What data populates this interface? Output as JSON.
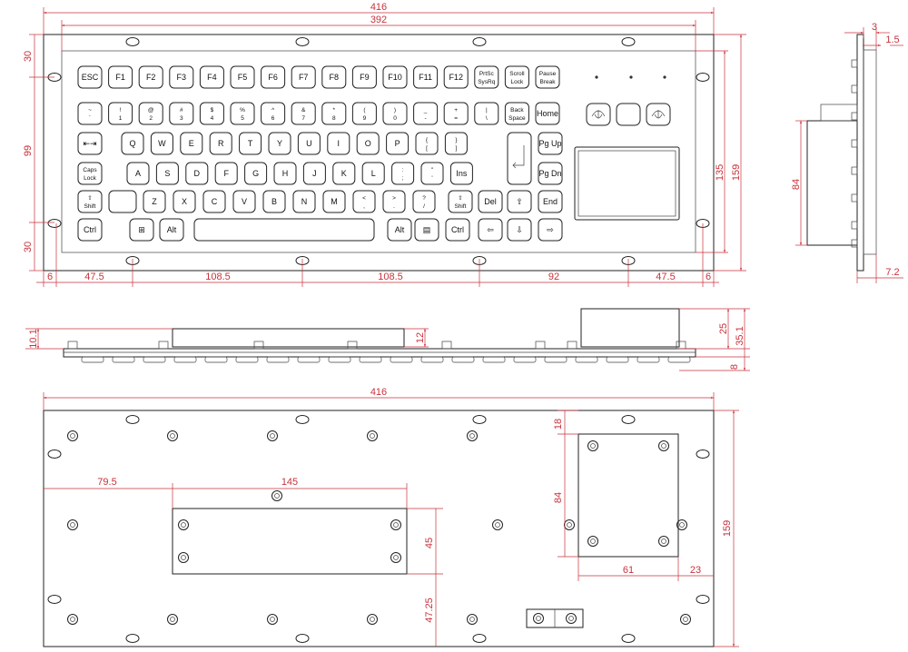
{
  "colors": {
    "line": "#222222",
    "dimension": "#c8323c"
  },
  "front": {
    "dims": {
      "overall_width": "416",
      "inner_width": "392",
      "left_top": "30",
      "left_mid": "99",
      "left_bottom": "30",
      "right_inner": "135",
      "right_outer": "159",
      "bottom_6_left": "6",
      "bottom_475_left": "47.5",
      "bottom_1085_a": "108.5",
      "bottom_1085_b": "108.5",
      "bottom_92": "92",
      "bottom_475_right": "47.5",
      "bottom_6_right": "6"
    },
    "rows": [
      [
        {
          "t": "ESC"
        },
        {
          "t": "F1"
        },
        {
          "t": "F2"
        },
        {
          "t": "F3"
        },
        {
          "t": "F4"
        },
        {
          "t": "F5"
        },
        {
          "t": "F6"
        },
        {
          "t": "F7"
        },
        {
          "t": "F8"
        },
        {
          "t": "F9"
        },
        {
          "t": "F10"
        },
        {
          "t": "F11"
        },
        {
          "t": "F12"
        },
        {
          "t": "PrtSc",
          "b": "SysRq"
        },
        {
          "t": "Scroll",
          "b": "Lock"
        },
        {
          "t": "Pause",
          "b": "Break"
        }
      ],
      [
        {
          "t": "~",
          "b": "`"
        },
        {
          "t": "!",
          "b": "1"
        },
        {
          "t": "@",
          "b": "2"
        },
        {
          "t": "#",
          "b": "3"
        },
        {
          "t": "$",
          "b": "4"
        },
        {
          "t": "%",
          "b": "5"
        },
        {
          "t": "^",
          "b": "6"
        },
        {
          "t": "&",
          "b": "7"
        },
        {
          "t": "*",
          "b": "8"
        },
        {
          "t": "(",
          "b": "9"
        },
        {
          "t": ")",
          "b": "0"
        },
        {
          "t": "_",
          "b": "-"
        },
        {
          "t": "+",
          "b": "="
        },
        {
          "t": "|",
          "b": "\\"
        },
        {
          "t": "Back",
          "b": "Space"
        },
        {
          "t": "Home"
        }
      ],
      [
        {
          "t": "⇤⇥"
        },
        {
          "t": "Q"
        },
        {
          "t": "W"
        },
        {
          "t": "E"
        },
        {
          "t": "R"
        },
        {
          "t": "T"
        },
        {
          "t": "Y"
        },
        {
          "t": "U"
        },
        {
          "t": "I"
        },
        {
          "t": "O"
        },
        {
          "t": "P"
        },
        {
          "t": "{",
          "b": "["
        },
        {
          "t": "}",
          "b": "]"
        },
        {
          "t": "Pg Up"
        }
      ],
      [
        {
          "t": "Caps",
          "b": "Lock"
        },
        {
          "t": "A"
        },
        {
          "t": "S"
        },
        {
          "t": "D"
        },
        {
          "t": "F"
        },
        {
          "t": "G"
        },
        {
          "t": "H"
        },
        {
          "t": "J"
        },
        {
          "t": "K"
        },
        {
          "t": "L"
        },
        {
          "t": ":",
          "b": ";"
        },
        {
          "t": "\"",
          "b": "'"
        },
        {
          "t": "Ins"
        },
        {
          "t": "Pg Dn"
        }
      ],
      [
        {
          "t": "⇧",
          "b": "Shift"
        },
        {
          "t": ""
        },
        {
          "t": "Z"
        },
        {
          "t": "X"
        },
        {
          "t": "C"
        },
        {
          "t": "V"
        },
        {
          "t": "B"
        },
        {
          "t": "N"
        },
        {
          "t": "M"
        },
        {
          "t": "<",
          "b": ","
        },
        {
          "t": ">",
          "b": "."
        },
        {
          "t": "?",
          "b": "/"
        },
        {
          "t": "⇧",
          "b": "Shift"
        },
        {
          "t": "Del"
        },
        {
          "t": "⇧"
        },
        {
          "t": "End"
        }
      ],
      [
        {
          "t": "Ctrl"
        },
        {
          "t": "⊞"
        },
        {
          "t": "Alt"
        },
        {
          "t": ""
        },
        {
          "t": "Alt"
        },
        {
          "t": "▤"
        },
        {
          "t": "Ctrl"
        },
        {
          "t": "⇦"
        },
        {
          "t": "⇩"
        },
        {
          "t": "⇨"
        }
      ]
    ]
  },
  "side": {
    "dims": {
      "top_3": "3",
      "top_15": "1.5",
      "height_84": "84",
      "bottom_72": "7.2"
    }
  },
  "profile": {
    "dims": {
      "left_101": "10.1",
      "mid_12": "12",
      "right_25": "25",
      "right_351": "35.1",
      "right_8": "8"
    }
  },
  "back": {
    "dims": {
      "overall_width": "416",
      "offset_795": "79.5",
      "width_145": "145",
      "height_45": "45",
      "height_4725": "47.25",
      "top_18": "18",
      "height_84": "84",
      "width_61": "61",
      "right_23": "23",
      "height_159": "159"
    }
  }
}
